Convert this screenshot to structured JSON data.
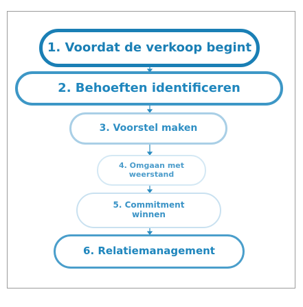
{
  "colors": {
    "primary": "#1a7fb5",
    "light": "#d4e8f4",
    "connector": "#2a8cc0"
  },
  "steps": [
    {
      "label": "1. Voordat de verkoop begint"
    },
    {
      "label": "2. Behoeften identificeren"
    },
    {
      "label": "3. Voorstel maken"
    },
    {
      "line1": "4. Omgaan met",
      "line2": "weerstand"
    },
    {
      "line1": "5. Commitment",
      "line2": "winnen"
    },
    {
      "label": "6. Relatiemanagement"
    }
  ]
}
